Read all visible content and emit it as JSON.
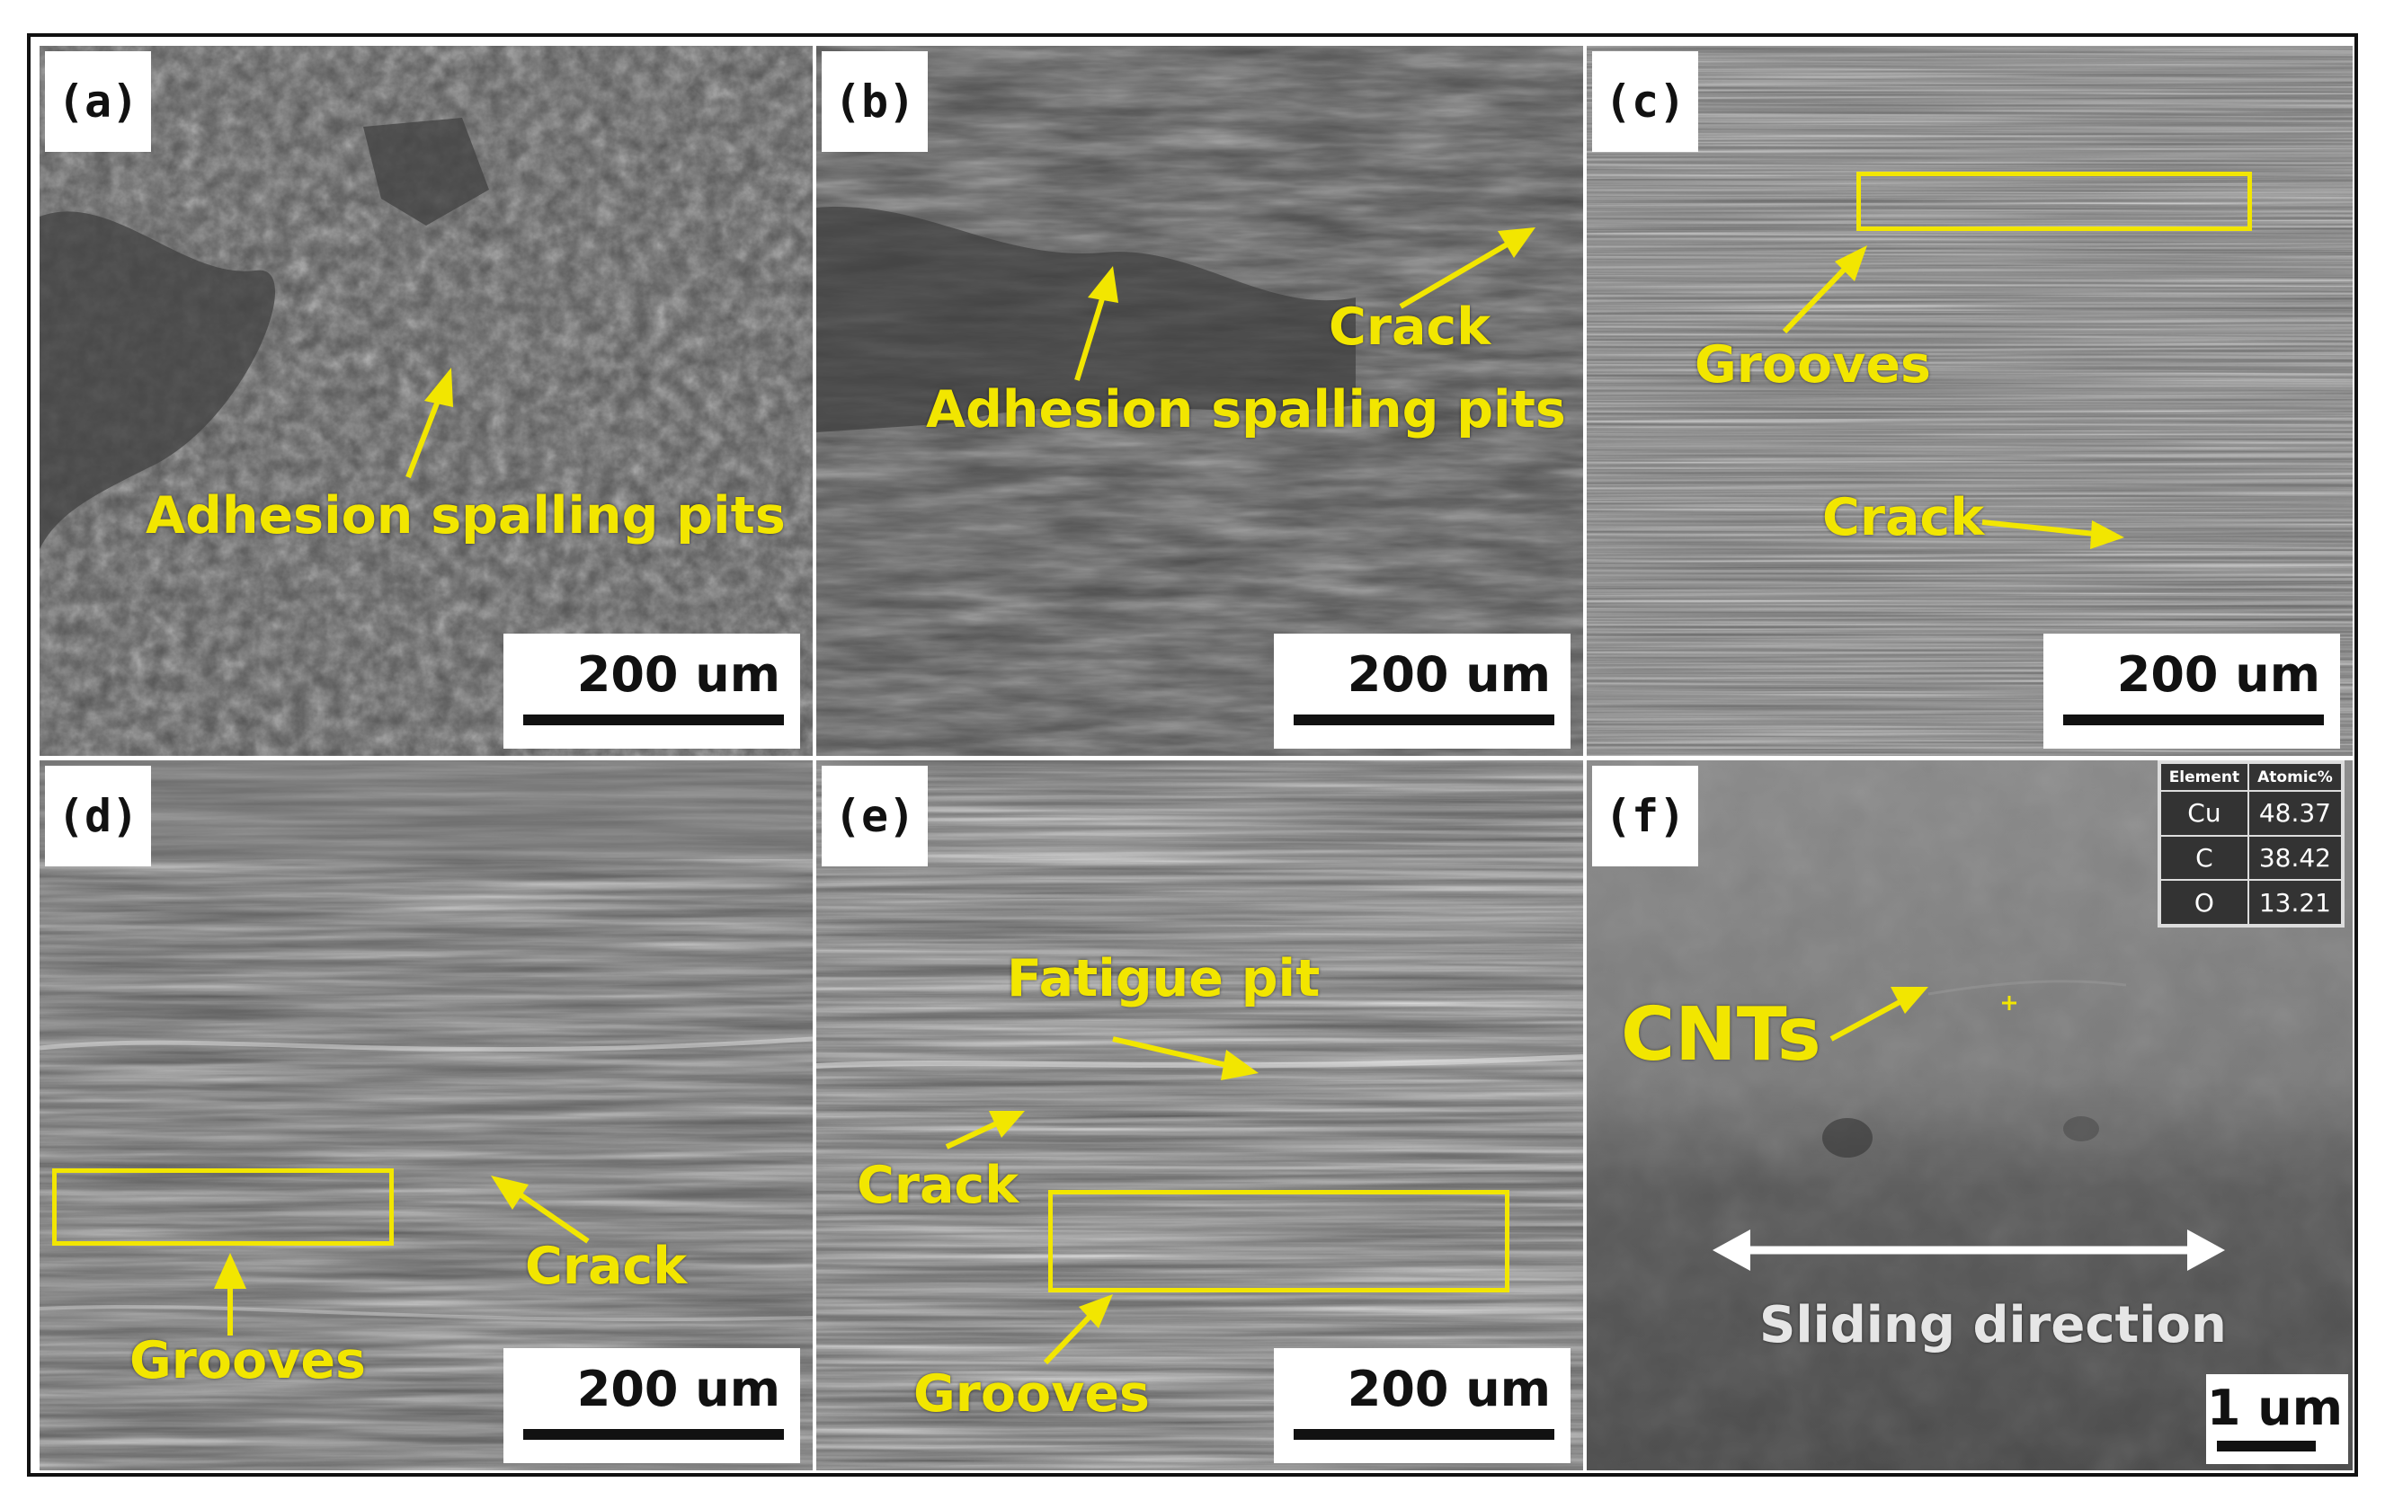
{
  "panels": {
    "a": {
      "label": "(a)",
      "scale": "200 um",
      "ann1": "Adhesion spalling pits"
    },
    "b": {
      "label": "(b)",
      "scale": "200 um",
      "ann1": "Crack",
      "ann2": "Adhesion spalling pits"
    },
    "c": {
      "label": "(c)",
      "scale": "200 um",
      "ann1": "Grooves",
      "ann2": "Crack"
    },
    "d": {
      "label": "(d)",
      "scale": "200 um",
      "ann1": "Grooves",
      "ann2": "Crack"
    },
    "e": {
      "label": "(e)",
      "scale": "200 um",
      "ann1": "Fatigue pit",
      "ann2": "Crack",
      "ann3": "Grooves"
    },
    "f": {
      "label": "(f)",
      "scale": "1 um",
      "ann1": "CNTs",
      "ann2": "Sliding direction"
    }
  },
  "eds_table": {
    "header": {
      "element": "Element",
      "atomic": "Atomic%"
    },
    "rows": [
      {
        "element": "Cu",
        "value": "48.37"
      },
      {
        "element": "C",
        "value": "38.42"
      },
      {
        "element": "O",
        "value": "13.21"
      }
    ]
  },
  "colors": {
    "annotation": "#f2e600",
    "arrow_white": "#ffffff"
  }
}
